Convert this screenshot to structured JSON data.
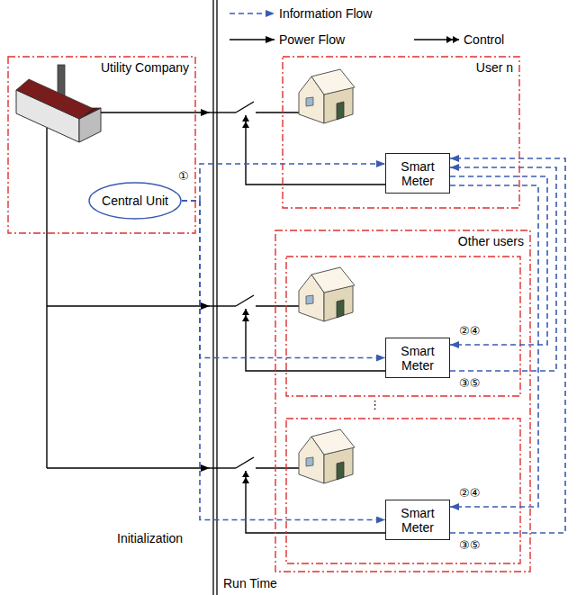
{
  "diagram": {
    "nodes": [
      {
        "text": [
          "Utility Company"
        ]
      },
      {
        "text": [
          "Central Unit"
        ],
        "in": 0
      },
      {
        "text": [
          "User n"
        ]
      },
      {
        "text": [
          "Smart Meter"
        ],
        "in": 2
      },
      {
        "text": [
          "Other users"
        ]
      },
      {
        "text": [
          "Smart Meter"
        ],
        "in": 4
      },
      {
        "text": [
          "Smart Meter"
        ],
        "in": 4
      }
    ],
    "edges": [
      {
        "from": 1,
        "to": 3,
        "arrow": "to"
      },
      {
        "from": 1,
        "to": 5,
        "arrow": "to"
      },
      {
        "from": 1,
        "to": 6,
        "arrow": "to"
      },
      {
        "from": 3,
        "to": 5,
        "arrow": "to"
      },
      {
        "from": 3,
        "to": 6,
        "arrow": "to"
      },
      {
        "from": 5,
        "to": 3,
        "arrow": "to"
      },
      {
        "from": 6,
        "to": 3,
        "arrow": "to"
      }
    ],
    "labels": [
      "①",
      "②④",
      "③⑤",
      "⋮",
      "②④",
      "③⑤",
      "Initialization",
      "Run Time"
    ],
    "legend": [
      {
        "text": "Information Flow"
      },
      {
        "text": "Power Flow"
      },
      {
        "text": "Control"
      }
    ]
  }
}
